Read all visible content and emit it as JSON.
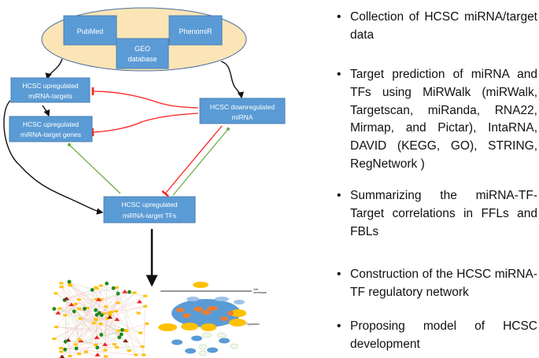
{
  "diagram": {
    "sources": {
      "pubmed": "PubMed",
      "phenomir": "PhenomiR",
      "geo": [
        "GEO",
        "database"
      ]
    },
    "nodes": {
      "up_targets": [
        "HCSC upregulated",
        "miRNA-targets"
      ],
      "up_genes": [
        "HCSC upregulated",
        "miRNA-target genes"
      ],
      "down_mirna": [
        "HCSC downregulated",
        "miRNA"
      ],
      "up_tfs": [
        "HCSC upregulated",
        "miRNA-target TFs"
      ]
    },
    "cell_labels": {
      "membrane": [
        "Cell",
        "membrane"
      ],
      "cytoplasm": "Cytoplasm"
    },
    "colors": {
      "box": "#5b9bd5",
      "ellipse": "#fbe5b6",
      "inhibit": "#ff2020",
      "activate": "#70ad47",
      "arrow": "#111111"
    }
  },
  "steps": [
    "Collection of HCSC miRNA/target data",
    "Target prediction of miRNA and TFs using MiRWalk (miRWalk, Targetscan, miRanda, RNA22, Mirmap, and Pictar), IntaRNA, DAVID (KEGG, GO), STRING, RegNetwork )",
    "Summarizing the miRNA-TF-Target correlations in FFLs and FBLs",
    "Construction of the HCSC miRNA-TF regulatory network",
    "Proposing model of HCSC development"
  ],
  "bullet": "•"
}
